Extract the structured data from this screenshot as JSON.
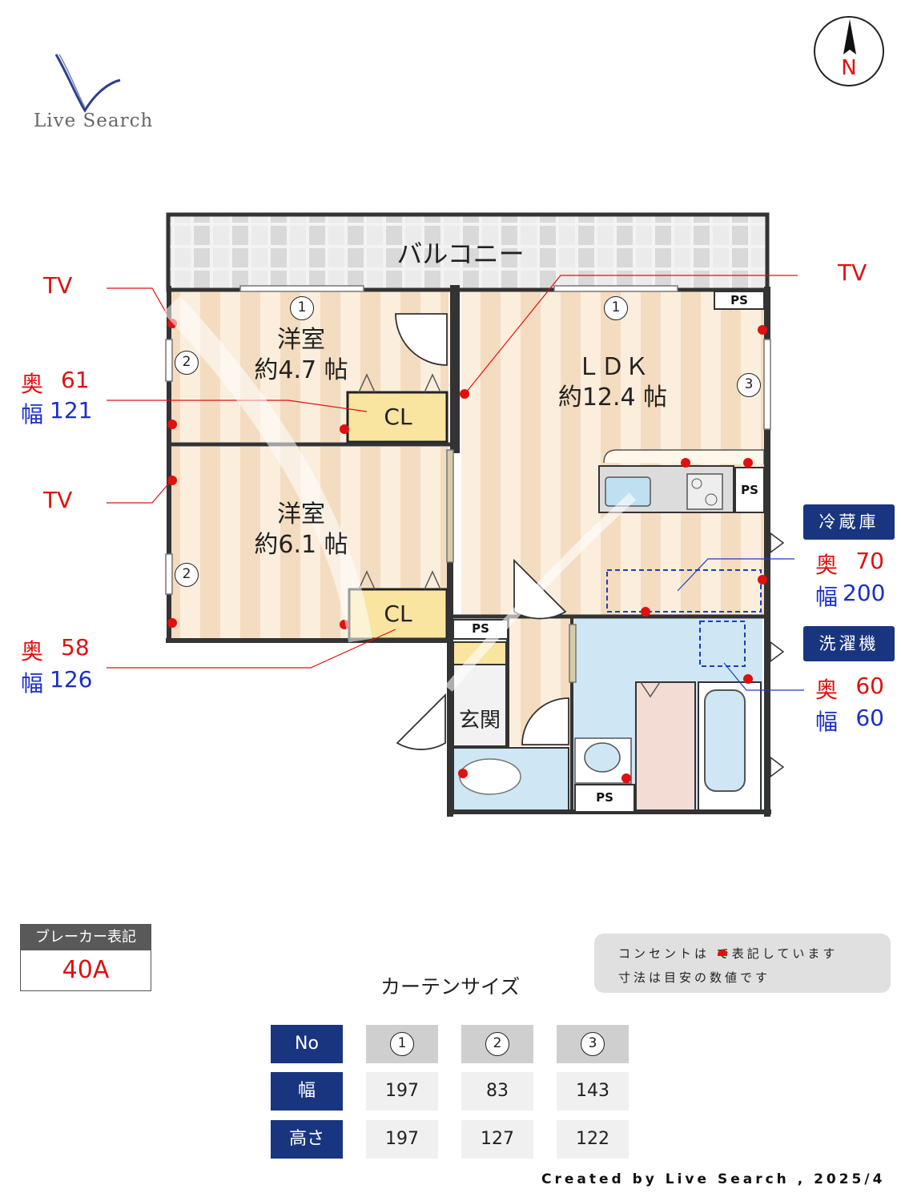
{
  "logo": {
    "text": "Live Search"
  },
  "compass": {
    "label": "N"
  },
  "rooms": {
    "balcony": "バルコニー",
    "western_room_1": {
      "name": "洋室",
      "size": "約4.7 帖"
    },
    "western_room_2": {
      "name": "洋室",
      "size": "約6.1 帖"
    },
    "ldk": {
      "name": "ＬＤＫ",
      "size": "約12.4 帖"
    },
    "closet_label": "CL",
    "entrance": "玄関",
    "ps_label": "PS"
  },
  "window_numbers": {
    "one": "1",
    "two": "2",
    "three": "3"
  },
  "callouts": {
    "tv": "TV",
    "depth_label": "奥",
    "width_label": "幅",
    "closet_1": {
      "depth": "61",
      "width": "121"
    },
    "closet_2": {
      "depth": "58",
      "width": "126"
    },
    "fridge": {
      "title": "冷蔵庫",
      "depth": "70",
      "width": "200"
    },
    "washer": {
      "title": "洗濯機",
      "depth": "60",
      "width": "60"
    }
  },
  "breaker": {
    "title": "ブレーカー表記",
    "value": "40A"
  },
  "note": {
    "line1": "コンセントは  で表記しています",
    "line2": "寸法は目安の数値です"
  },
  "curtain": {
    "title": "カーテンサイズ",
    "headers": [
      "No",
      "1",
      "2",
      "3"
    ],
    "rows": [
      {
        "label": "幅",
        "values": [
          "197",
          "83",
          "143"
        ]
      },
      {
        "label": "高さ",
        "values": [
          "197",
          "127",
          "122"
        ]
      }
    ]
  },
  "footer": "Created by Live Search , 2025/4",
  "colors": {
    "outlet": "#e01010",
    "accent_blue": "#1a3580",
    "tv_red": "#e01010"
  }
}
